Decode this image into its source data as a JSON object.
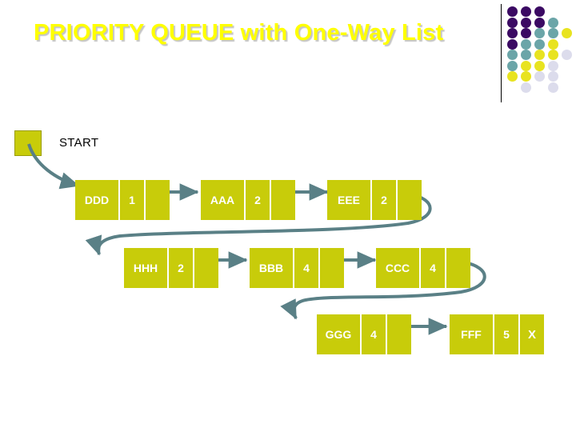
{
  "slide": {
    "title": "PRIORITY QUEUE with One-Way List",
    "title_color": "#FFFF00",
    "background": "#FFFFFF"
  },
  "start": {
    "label": "START",
    "box_color": "#C8CC0A"
  },
  "theme": {
    "node_fill": "#C8CC0A",
    "node_text": "#FFFFFF",
    "connector": "#5A8086",
    "deco_purple": "#3B0A63",
    "deco_teal": "#6BA5A8",
    "deco_yellow": "#E8E320",
    "deco_lavender": "#DCDCEC"
  },
  "list": {
    "null_marker": "X",
    "nodes": [
      {
        "name": "DDD",
        "priority": "1",
        "link": "",
        "row": 1
      },
      {
        "name": "AAA",
        "priority": "2",
        "link": "",
        "row": 1
      },
      {
        "name": "EEE",
        "priority": "2",
        "link": "",
        "row": 1
      },
      {
        "name": "HHH",
        "priority": "2",
        "link": "",
        "row": 2
      },
      {
        "name": "BBB",
        "priority": "4",
        "link": "",
        "row": 2
      },
      {
        "name": "CCC",
        "priority": "4",
        "link": "",
        "row": 2
      },
      {
        "name": "GGG",
        "priority": "4",
        "link": "",
        "row": 3
      },
      {
        "name": "FFF",
        "priority": "5",
        "link": "X",
        "row": 3
      }
    ]
  },
  "decoration": {
    "rows": [
      [
        "#3B0A63",
        "#3B0A63",
        "#3B0A63"
      ],
      [
        "#3B0A63",
        "#3B0A63",
        "#3B0A63",
        "#6BA5A8"
      ],
      [
        "#3B0A63",
        "#3B0A63",
        "#6BA5A8",
        "#6BA5A8",
        "#E8E320"
      ],
      [
        "#3B0A63",
        "#6BA5A8",
        "#6BA5A8",
        "#E8E320"
      ],
      [
        "#6BA5A8",
        "#6BA5A8",
        "#E8E320",
        "#E8E320",
        "#DCDCEC"
      ],
      [
        "#6BA5A8",
        "#E8E320",
        "#E8E320",
        "#DCDCEC"
      ],
      [
        "#E8E320",
        "#E8E320",
        "#DCDCEC",
        "#DCDCEC"
      ],
      [
        "",
        "#DCDCEC",
        "",
        "#DCDCEC"
      ]
    ]
  }
}
